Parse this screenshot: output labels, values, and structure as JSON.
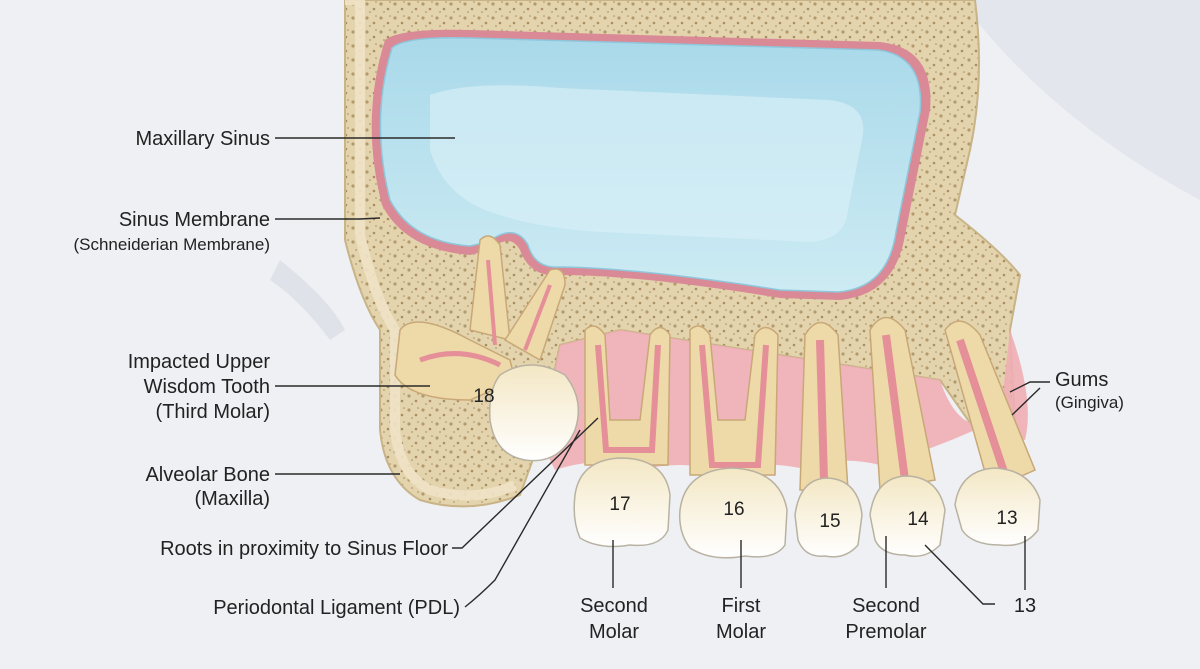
{
  "labels": {
    "maxillary_sinus": "Maxillary Sinus",
    "sinus_membrane": "Sinus Membrane",
    "sinus_membrane_sub": "(Schneiderian Membrane)",
    "impacted_line1": "Impacted Upper",
    "impacted_line2": "Wisdom Tooth",
    "impacted_line3": "(Third Molar)",
    "alveolar_bone": "Alveolar Bone",
    "alveolar_bone_sub": "(Maxilla)",
    "roots_proximity": "Roots in proximity to Sinus Floor",
    "pdl": "Periodontal Ligament (PDL)",
    "gums": "Gums",
    "gums_sub": "(Gingiva)",
    "second_molar_line1": "Second",
    "second_molar_line2": "Molar",
    "first_molar_line1": "First",
    "first_molar_line2": "Molar",
    "second_premolar_line1": "Second",
    "second_premolar_line2": "Premolar",
    "tooth13_bottom": "13"
  },
  "tooth_numbers": {
    "t18": "18",
    "t17": "17",
    "t16": "16",
    "t15": "15",
    "t14": "14",
    "t13": "13"
  },
  "colors": {
    "background": "#eef0f4",
    "bone": "#e4d4ad",
    "bone_pore": "#b39a6e",
    "sinus": "#bfe2ee",
    "membrane": "#d98a96",
    "enamel": "#f7f5ef",
    "dentin": "#eed9a8",
    "pulp": "#e58f98",
    "gum": "#f0aeb5"
  }
}
